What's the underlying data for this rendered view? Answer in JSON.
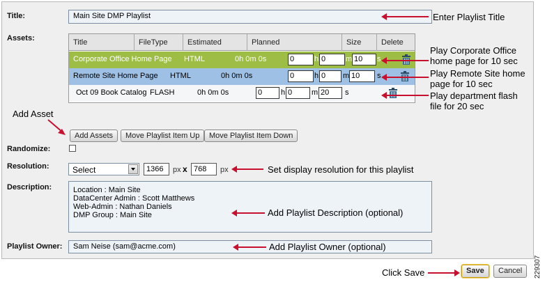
{
  "form": {
    "title_label": "Title:",
    "title_value": "Main Site DMP Playlist",
    "assets_label": "Assets:",
    "randomize_label": "Randomize:",
    "resolution_label": "Resolution:",
    "description_label": "Description:",
    "owner_label": "Playlist Owner:",
    "resolution_select": "Select",
    "res_width": "1366",
    "res_height": "768",
    "px1": "px",
    "x": "x",
    "px2": "px",
    "description_lines": [
      "Location : Main Site",
      "DataCenter Admin  : Scott Matthews",
      "Web-Admin : Nathan Daniels",
      "DMP Group : Main Site"
    ],
    "owner_value": "Sam Neise (sam@acme.com)"
  },
  "table": {
    "headers": [
      "Title",
      "FileType",
      "Estimated",
      "Planned",
      "Size",
      "Delete"
    ],
    "rows": [
      {
        "title": "Corporate Office Home Page",
        "type": "HTML",
        "est": "0h  0m  0s",
        "h": "0",
        "m": "0",
        "s": "10",
        "hl": "h",
        "ml": "m",
        "sl": "s"
      },
      {
        "title": "Remote Site Home Page",
        "type": "HTML",
        "est": "0h  0m  0s",
        "h": "0",
        "m": "0",
        "s": "10",
        "hl": "h",
        "ml": "m",
        "sl": "s"
      },
      {
        "title": "Oct 09 Book Catalog",
        "type": "FLASH",
        "est": "0h 0m 0s",
        "h": "0",
        "m": "0",
        "s": "20",
        "hl": "h",
        "ml": "m",
        "sl": "s"
      }
    ]
  },
  "buttons": {
    "add_assets": "Add Assets",
    "move_up": "Move Playlist Item Up",
    "move_down": "Move Playlist Item Down",
    "save": "Save",
    "cancel": "Cancel"
  },
  "annotations": {
    "enter_title": "Enter Playlist Title",
    "play_corp": [
      "Play Corporate Office",
      "home page for 10 sec"
    ],
    "play_remote": [
      "Play Remote Site home",
      "page for 10 sec"
    ],
    "play_flash": [
      "Play department flash",
      "file for 20 sec"
    ],
    "add_asset": "Add Asset",
    "set_res": "Set display resolution for this playlist",
    "add_desc": "Add Playlist Description (optional)",
    "add_owner": "Add Playlist Owner (optional)",
    "click_save": "Click Save"
  },
  "figure_id": "229307",
  "colors": {
    "row1": "#9dbd45",
    "row2": "#9ec0e4",
    "accent": "#c8102e"
  }
}
